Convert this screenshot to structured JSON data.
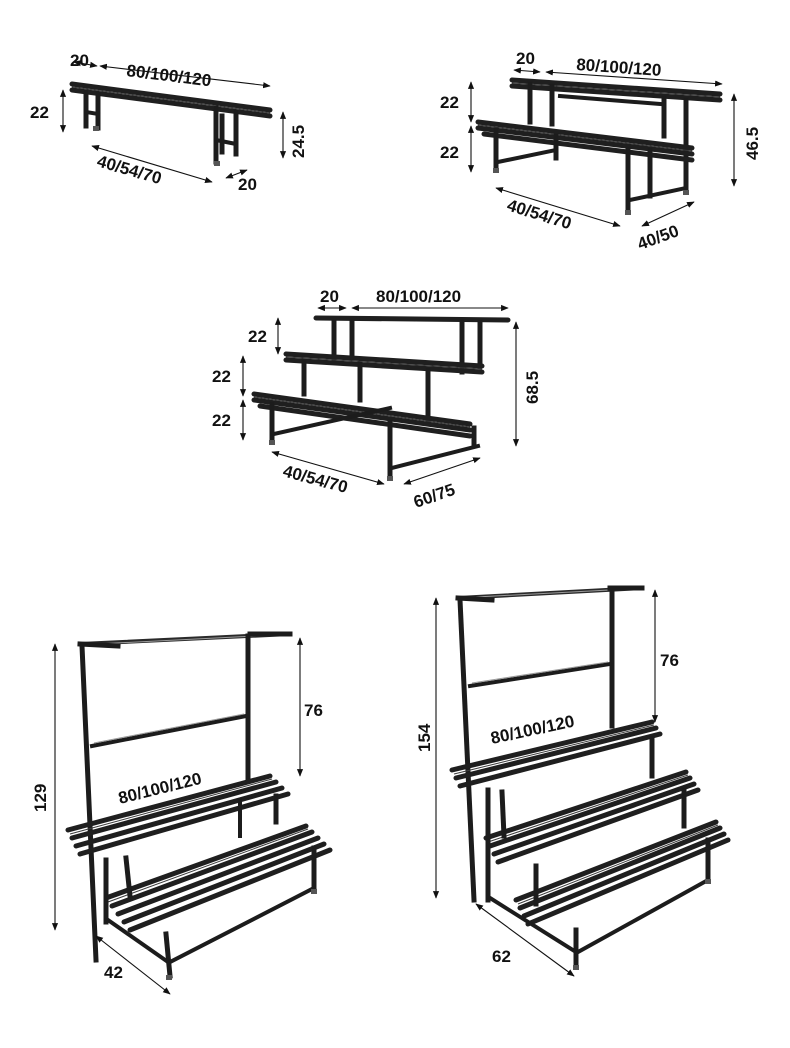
{
  "diagram": {
    "colors": {
      "steel": "#1c1c1c",
      "dimension": "#111111",
      "background": "#ffffff"
    },
    "products": [
      {
        "id": "one-tier",
        "labels": {
          "depth": "20",
          "length": "80/100/120",
          "tier": "22",
          "height": "24.5",
          "width": "40/54/70",
          "depth_bottom": "20"
        }
      },
      {
        "id": "two-tier",
        "labels": {
          "depth": "20",
          "length": "80/100/120",
          "tier_upper": "22",
          "tier_lower": "22",
          "height": "46.5",
          "width": "40/54/70",
          "depth_total": "40/50"
        }
      },
      {
        "id": "three-tier",
        "labels": {
          "depth": "20",
          "length": "80/100/120",
          "tier_top": "22",
          "tier_mid": "22",
          "tier_bottom": "22",
          "height": "68.5",
          "width": "40/54/70",
          "depth_total": "60/75"
        }
      },
      {
        "id": "two-tier-hanger",
        "labels": {
          "total_height": "129",
          "hanger": "76",
          "length": "80/100/120",
          "depth": "42"
        }
      },
      {
        "id": "three-tier-hanger",
        "labels": {
          "total_height": "154",
          "hanger": "76",
          "length": "80/100/120",
          "depth": "62"
        }
      }
    ]
  }
}
